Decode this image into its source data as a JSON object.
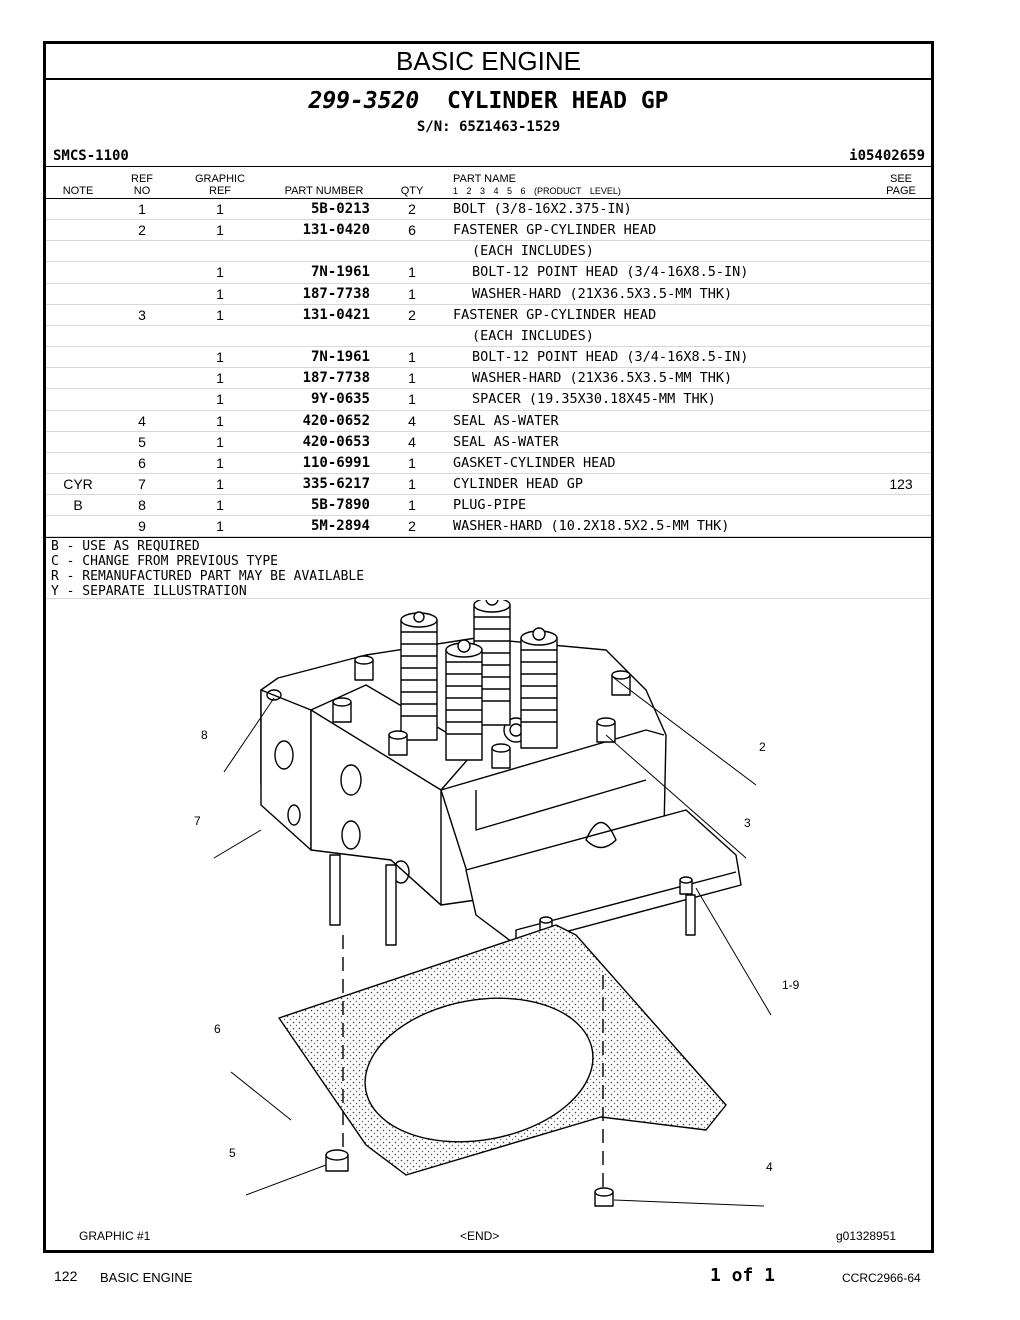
{
  "section_title": "BASIC ENGINE",
  "group": {
    "number": "299-3520",
    "name": "CYLINDER HEAD GP",
    "serial": "S/N: 65Z1463-1529"
  },
  "smcs": "SMCS-1100",
  "illustration_id": "i05402659",
  "columns": {
    "note": "NOTE",
    "ref_no": [
      "REF",
      "NO"
    ],
    "graphic_ref": [
      "GRAPHIC",
      "REF"
    ],
    "part_number": "PART NUMBER",
    "qty": "QTY",
    "part_name": "PART NAME",
    "product_level": "1 2 3 4 5 6 (PRODUCT LEVEL)",
    "see_page": [
      "SEE",
      "PAGE"
    ]
  },
  "parts": [
    {
      "note": "",
      "ref": "1",
      "gref": "1",
      "pn": "5B-0213",
      "qty": "2",
      "name": "BOLT (3/8-16X2.375-IN)",
      "indent": false,
      "see": ""
    },
    {
      "note": "",
      "ref": "2",
      "gref": "1",
      "pn": "131-0420",
      "qty": "6",
      "name": "FASTENER GP-CYLINDER HEAD",
      "indent": false,
      "see": ""
    },
    {
      "note": "",
      "ref": "",
      "gref": "",
      "pn": "",
      "qty": "",
      "name": "(EACH INCLUDES)",
      "indent": true,
      "see": ""
    },
    {
      "note": "",
      "ref": "",
      "gref": "1",
      "pn": "7N-1961",
      "qty": "1",
      "name": "BOLT-12 POINT HEAD (3/4-16X8.5-IN)",
      "indent": true,
      "see": ""
    },
    {
      "note": "",
      "ref": "",
      "gref": "1",
      "pn": "187-7738",
      "qty": "1",
      "name": "WASHER-HARD (21X36.5X3.5-MM THK)",
      "indent": true,
      "see": ""
    },
    {
      "note": "",
      "ref": "3",
      "gref": "1",
      "pn": "131-0421",
      "qty": "2",
      "name": "FASTENER GP-CYLINDER HEAD",
      "indent": false,
      "see": ""
    },
    {
      "note": "",
      "ref": "",
      "gref": "",
      "pn": "",
      "qty": "",
      "name": "(EACH INCLUDES)",
      "indent": true,
      "see": ""
    },
    {
      "note": "",
      "ref": "",
      "gref": "1",
      "pn": "7N-1961",
      "qty": "1",
      "name": "BOLT-12 POINT HEAD (3/4-16X8.5-IN)",
      "indent": true,
      "see": ""
    },
    {
      "note": "",
      "ref": "",
      "gref": "1",
      "pn": "187-7738",
      "qty": "1",
      "name": "WASHER-HARD (21X36.5X3.5-MM THK)",
      "indent": true,
      "see": ""
    },
    {
      "note": "",
      "ref": "",
      "gref": "1",
      "pn": "9Y-0635",
      "qty": "1",
      "name": "SPACER (19.35X30.18X45-MM THK)",
      "indent": true,
      "see": ""
    },
    {
      "note": "",
      "ref": "4",
      "gref": "1",
      "pn": "420-0652",
      "qty": "4",
      "name": "SEAL AS-WATER",
      "indent": false,
      "see": ""
    },
    {
      "note": "",
      "ref": "5",
      "gref": "1",
      "pn": "420-0653",
      "qty": "4",
      "name": "SEAL AS-WATER",
      "indent": false,
      "see": ""
    },
    {
      "note": "",
      "ref": "6",
      "gref": "1",
      "pn": "110-6991",
      "qty": "1",
      "name": "GASKET-CYLINDER HEAD",
      "indent": false,
      "see": ""
    },
    {
      "note": "CYR",
      "ref": "7",
      "gref": "1",
      "pn": "335-6217",
      "qty": "1",
      "name": "CYLINDER HEAD GP",
      "indent": false,
      "see": "123"
    },
    {
      "note": "B",
      "ref": "8",
      "gref": "1",
      "pn": "5B-7890",
      "qty": "1",
      "name": "PLUG-PIPE",
      "indent": false,
      "see": ""
    },
    {
      "note": "",
      "ref": "9",
      "gref": "1",
      "pn": "5M-2894",
      "qty": "2",
      "name": "WASHER-HARD (10.2X18.5X2.5-MM THK)",
      "indent": false,
      "see": ""
    }
  ],
  "legend": [
    "B - USE AS REQUIRED",
    "C - CHANGE FROM PREVIOUS TYPE",
    "R - REMANUFACTURED PART MAY BE AVAILABLE",
    "Y - SEPARATE ILLUSTRATION"
  ],
  "callouts": [
    "8",
    "7",
    "2",
    "3",
    "1-9",
    "6",
    "5",
    "4"
  ],
  "graphic_caption": "GRAPHIC #1",
  "end_marker": "<END>",
  "graphic_id": "g01328951",
  "footer": {
    "page_number": "122",
    "section": "BASIC ENGINE",
    "page_of": "1 of 1",
    "doc_id": "CCRC2966-64"
  }
}
